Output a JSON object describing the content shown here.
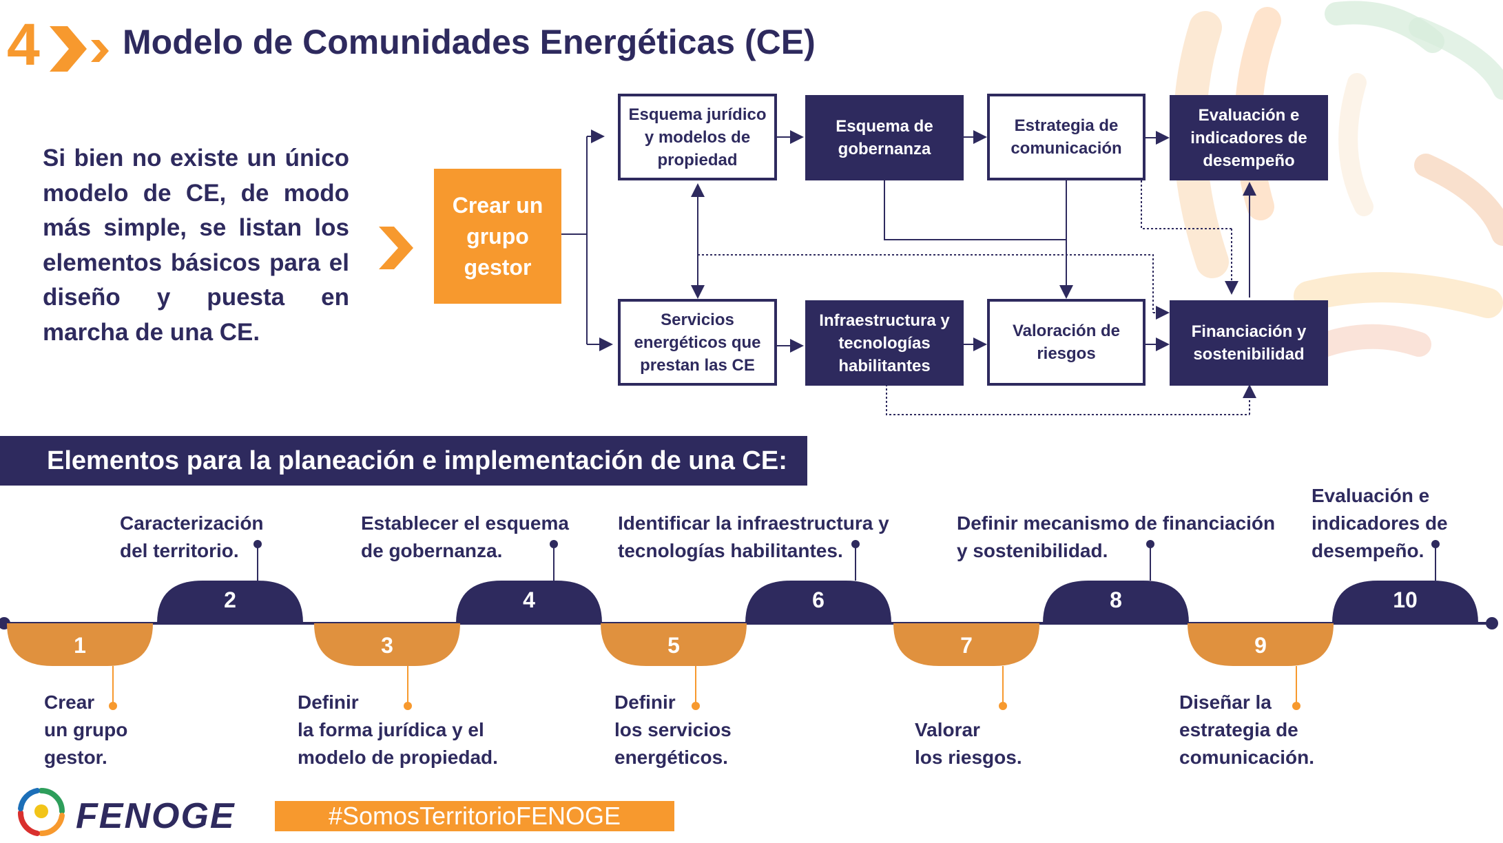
{
  "header": {
    "number": "4",
    "title": "Modelo de Comunidades Energéticas (CE)"
  },
  "intro_text": "Si bien no existe un único modelo de CE, de modo más simple, se listan los elementos básicos para el diseño y puesta en marcha de una CE.",
  "diagram": {
    "start": "Crear un grupo gestor",
    "boxes": {
      "juridico": "Esquema jurídico y modelos de propiedad",
      "gobernanza": "Esquema de gobernanza",
      "comunicacion": "Estrategia de comunicación",
      "evaluacion": "Evaluación e indicadores de desempeño",
      "servicios": "Servicios energéticos que prestan las CE",
      "infraestructura": "Infraestructura y tecnologías habilitantes",
      "riesgos": "Valoración de riesgos",
      "financiacion": "Financiación y sostenibilidad"
    }
  },
  "banner": "Elementos para la planeación e implementación de una CE:",
  "timeline": {
    "steps": [
      {
        "num": "1",
        "label": "Crear\nun grupo\ngestor."
      },
      {
        "num": "2",
        "label": "Caracterización\ndel territorio."
      },
      {
        "num": "3",
        "label": "Definir\nla forma jurídica y el\nmodelo de propiedad."
      },
      {
        "num": "4",
        "label": "Establecer el esquema\nde gobernanza."
      },
      {
        "num": "5",
        "label": "Definir\nlos servicios\nenergéticos."
      },
      {
        "num": "6",
        "label": "Identificar la infraestructura y\ntecnologías habilitantes."
      },
      {
        "num": "7",
        "label": "Valorar\nlos riesgos."
      },
      {
        "num": "8",
        "label": "Definir mecanismo de financiación\ny sostenibilidad."
      },
      {
        "num": "9",
        "label": "Diseñar la\nestrategia de\ncomunicación."
      },
      {
        "num": "10",
        "label": "Evaluación e\nindicadores de\ndesempeño."
      }
    ]
  },
  "footer": {
    "brand": "FENOGE",
    "hashtag": "#SomosTerritorioFENOGE"
  },
  "colors": {
    "navy": "#2e2a5e",
    "orange": "#f7992e",
    "timeline_orange": "#e0913e"
  }
}
